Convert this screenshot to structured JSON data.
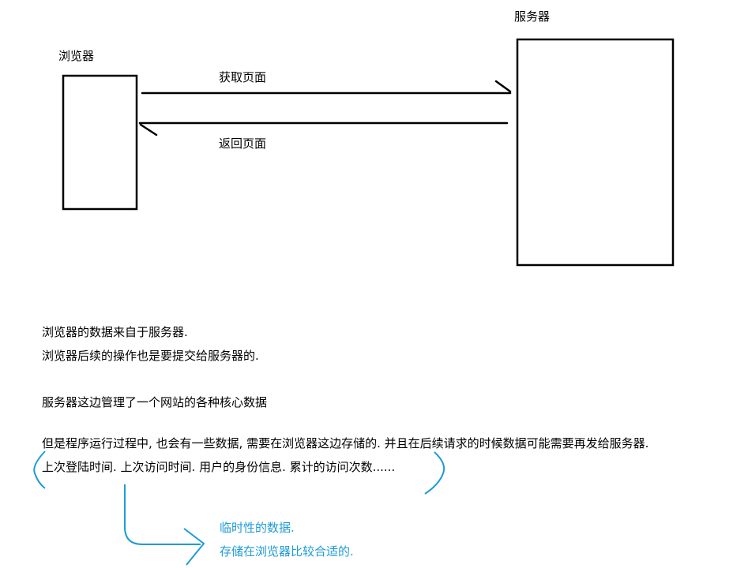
{
  "diagram": {
    "browser_label": "浏览器",
    "server_label": "服务器",
    "request_label": "获取页面",
    "response_label": "返回页面"
  },
  "notes": {
    "line1": "浏览器的数据来自于服务器.",
    "line2": "浏览器后续的操作也是要提交给服务器的.",
    "line3": "服务器这边管理了一个网站的各种核心数据",
    "line4": "但是程序运行过程中, 也会有一些数据, 需要在浏览器这边存储的. 并且在后续请求的时候数据可能需要再发给服务器.",
    "line5": "上次登陆时间. 上次访问时间. 用户的身份信息. 累计的访问次数......"
  },
  "annotation": {
    "line1": "临时性的数据.",
    "line2": "存储在浏览器比较合适的.",
    "color": "#1e9bd6"
  }
}
